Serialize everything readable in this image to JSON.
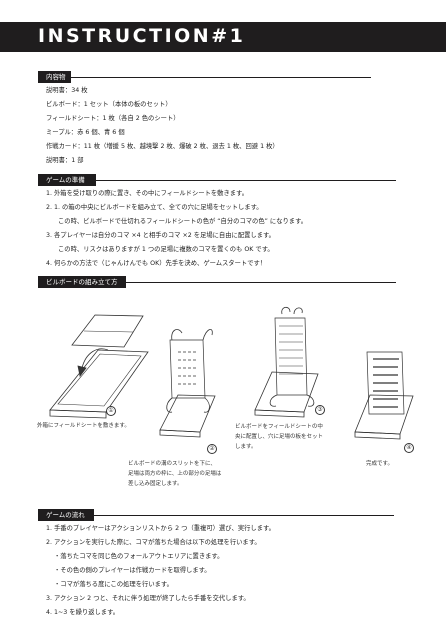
{
  "title": "INSTRUCTION#1",
  "contents": {
    "heading": "内容物",
    "items": [
      "説明書：34 枚",
      "ビルボード：1 セット（本体の板のセット）",
      "フィールドシート：1 枚（各自 2 色のシート）",
      "ミープル：赤 6 個、青 6 個",
      "作戦カード：11 枚（増援 5 枚、越境撃 2 枚、爆破 2 枚、退去 1 枚、回避 1 枚）",
      "説明書：1 部"
    ]
  },
  "setup": {
    "heading": "ゲームの準備",
    "lines": [
      "1. 外箱を受け取りの際に置き、その中にフィールドシートを敷きます。",
      "2. 1. の箱の中央にビルボードを組み立て、全ての穴に足場をセットします。",
      "この時、ビルボードで仕切れるフィールドシートの色が “自分のコマの色” になります。",
      "3. 各プレイヤーは自分のコマ ×4 と相手のコマ ×2 を足場に自由に配置します。",
      "この時、リスクはありますが 1 つの足場に複数のコマを置くのも OK です。",
      "4. 何らかの方法で（じゃんけんでも OK）先手を決め、ゲームスタートです！"
    ]
  },
  "assembly": {
    "heading": "ビルボードの組み立て方",
    "step1_caption": "外箱にフィールドシートを敷きます。",
    "step2_caption": [
      "ビルボードの溝のスリットを下に、",
      "足場は両方の枠に、上の部分の足場は",
      "差し込み固定します。"
    ],
    "step3_caption": [
      "ビルボードをフィールドシートの中",
      "央に配置し、穴に足場の板をセット",
      "します。"
    ],
    "step4_caption": "完成です。",
    "numbers": [
      "①",
      "②",
      "③",
      "④"
    ]
  },
  "flow": {
    "heading": "ゲームの流れ",
    "lines": [
      "1. 手番のプレイヤーはアクションリストから 2 つ（重複可）選び、実行します。",
      "2. アクションを実行した際に、コマが落ちた場合は以下の処理を行います。",
      "・落ちたコマを同じ色のフォールアウトエリアに置きます。",
      "・その色の側のプレイヤーは作戦カードを取得します。",
      "・コマが落ちる度にこの処理を行います。",
      "3. アクション 2 つと、それに伴う処理が終了したら手番を交代します。",
      "4. 1~3 を繰り返します。"
    ]
  }
}
